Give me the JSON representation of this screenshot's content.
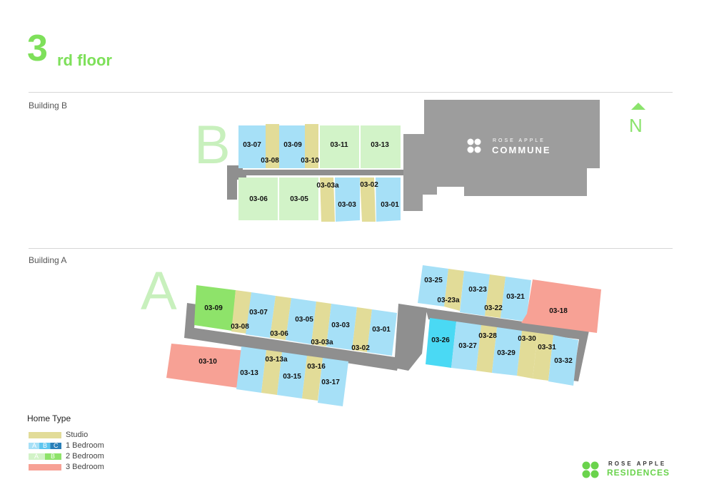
{
  "header": {
    "floor_number": "3",
    "floor_suffix": "rd floor"
  },
  "building_b": {
    "label": "Building B",
    "letter": "B",
    "amenity": {
      "sub": "ROSE APPLE",
      "main": "COMMUNE"
    },
    "north": "N",
    "units": [
      "03-07",
      "03-08",
      "03-09",
      "03-10",
      "03-11",
      "03-13",
      "03-06",
      "03-05",
      "03-03a",
      "03-03",
      "03-02",
      "03-01"
    ]
  },
  "building_a": {
    "label": "Building A",
    "letter": "A",
    "units": [
      "03-09",
      "03-07",
      "03-08",
      "03-06",
      "03-05",
      "03-03",
      "03-03a",
      "03-02",
      "03-01",
      "03-10",
      "03-13",
      "03-13a",
      "03-15",
      "03-16",
      "03-17",
      "03-25",
      "03-23",
      "03-23a",
      "03-22",
      "03-21",
      "03-18",
      "03-26",
      "03-27",
      "03-28",
      "03-29",
      "03-30",
      "03-31",
      "03-32"
    ]
  },
  "legend": {
    "title": "Home Type",
    "items": [
      {
        "label": "Studio"
      },
      {
        "label": "1 Bedroom",
        "tags": [
          "A",
          "B",
          "C"
        ]
      },
      {
        "label": "2 Bedroom",
        "tags": [
          "A",
          "B"
        ]
      },
      {
        "label": "3 Bedroom"
      }
    ]
  },
  "brand": {
    "sub": "ROSE APPLE",
    "main": "RESIDENCES"
  },
  "colors": {
    "accent": "#7ee05a",
    "studio": "#e2dc98",
    "one_bedroom": "#a6e0f7",
    "two_bedroom": "#d2f3c8",
    "two_bedroom_highlight": "#8ee36a",
    "three_bedroom": "#f7a195",
    "corridor": "#8f8f8f",
    "unit_26": "#4ad9f4"
  }
}
